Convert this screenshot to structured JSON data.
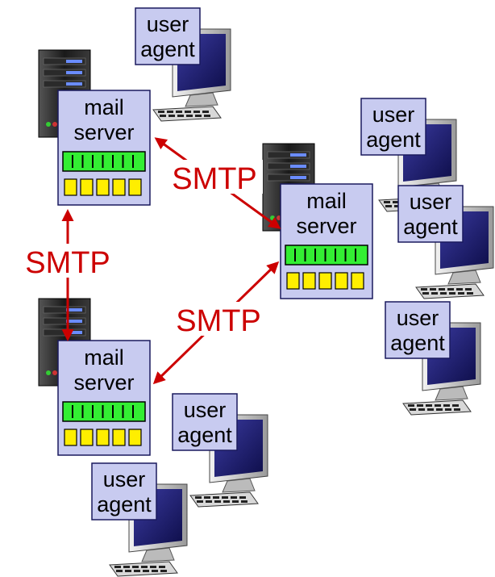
{
  "colors": {
    "protocol": "#cc0000",
    "box_fill": "#c8cbf0",
    "box_border": "#1a1a5e",
    "queue_green": "#33ee33",
    "mailbox_yellow": "#ffee00",
    "monitor_screen": "#1e1e70",
    "server_tower": "#222222"
  },
  "icons": {
    "server": "server-tower-icon",
    "computer": "desktop-computer-icon"
  },
  "mail_servers": [
    {
      "line1": "mail",
      "line2": "server"
    },
    {
      "line1": "mail",
      "line2": "server"
    },
    {
      "line1": "mail",
      "line2": "server"
    }
  ],
  "user_agents": [
    {
      "line1": "user",
      "line2": "agent"
    },
    {
      "line1": "user",
      "line2": "agent"
    },
    {
      "line1": "user",
      "line2": "agent"
    },
    {
      "line1": "user",
      "line2": "agent"
    },
    {
      "line1": "user",
      "line2": "agent"
    },
    {
      "line1": "user",
      "line2": "agent"
    }
  ],
  "links": [
    {
      "label": "SMTP"
    },
    {
      "label": "SMTP"
    },
    {
      "label": "SMTP"
    }
  ]
}
